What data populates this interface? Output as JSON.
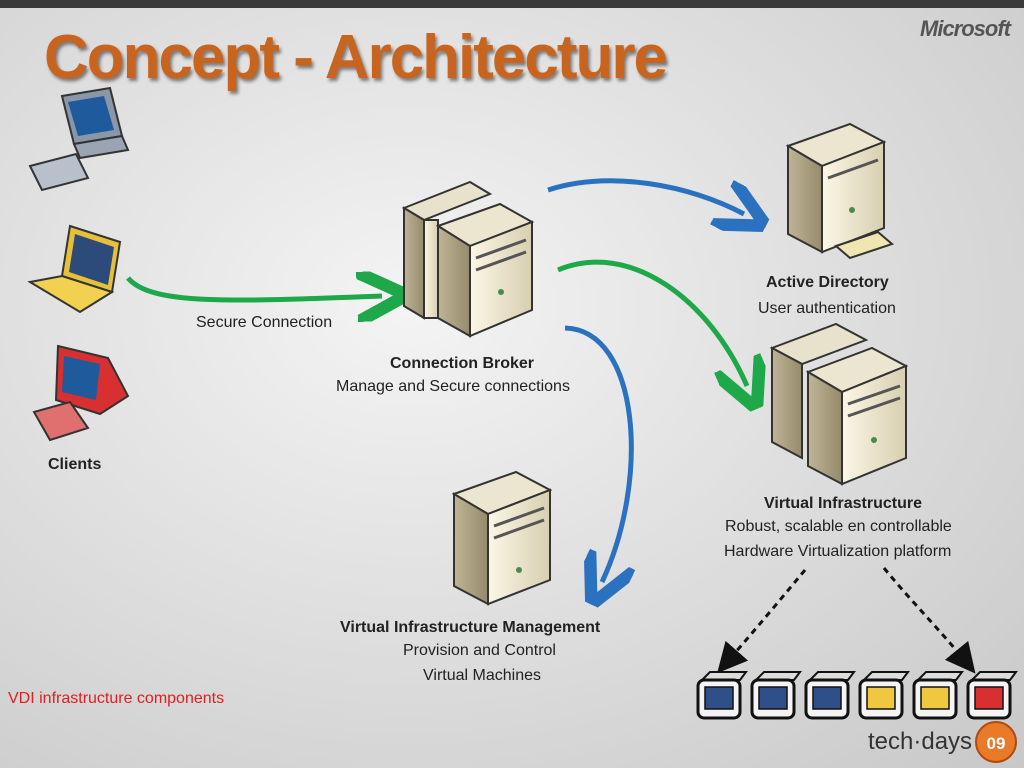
{
  "slide": {
    "title": "Concept - Architecture",
    "brand": "Microsoft",
    "footnote": "VDI infrastructure components",
    "event": "tech·days",
    "event_badge": "09"
  },
  "nodes": {
    "clients": {
      "label": "Clients"
    },
    "connection_broker": {
      "label": "Connection Broker",
      "desc": "Manage and Secure connections"
    },
    "active_directory": {
      "label": "Active Directory",
      "desc": "User authentication"
    },
    "virtual_infrastructure": {
      "label": "Virtual Infrastructure",
      "desc1": "Robust, scalable en controllable",
      "desc2": "Hardware Virtualization platform"
    },
    "vi_management": {
      "label": "Virtual Infrastructure Management",
      "desc1": "Provision and Control",
      "desc2": "Virtual Machines"
    }
  },
  "edges": {
    "secure_connection": {
      "label": "Secure Connection"
    }
  },
  "colors": {
    "title": "#c8641e",
    "blue_arrow": "#2a72c0",
    "green_arrow": "#1fa84a",
    "footnote": "#e02020",
    "vm_blue": "#2f4f8a",
    "vm_yellow": "#f0c840",
    "vm_red": "#d83030"
  },
  "vm_colors": [
    "vm_blue",
    "vm_blue",
    "vm_blue",
    "vm_yellow",
    "vm_yellow",
    "vm_red"
  ]
}
